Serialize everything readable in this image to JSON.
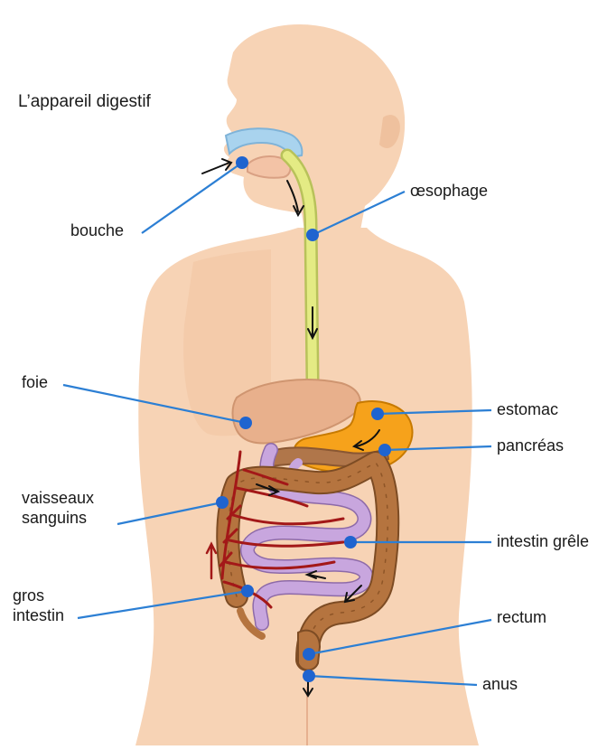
{
  "title": "L’appareil digestif",
  "labels": {
    "bouche": "bouche",
    "oesophage": "œsophage",
    "foie": "foie",
    "estomac": "estomac",
    "pancreas": "pancréas",
    "vaisseaux_1": "vaisseaux",
    "vaisseaux_2": "sanguins",
    "intestin_grele": "intestin grêle",
    "gros_intestin_1": "gros",
    "gros_intestin_2": "intestin",
    "rectum": "rectum",
    "anus": "anus"
  },
  "colors": {
    "skin": "#f7d3b5",
    "skin_shadow": "#efc19e",
    "oesophagus": "#dfe87a",
    "mouth": "#a9d3ee",
    "stomach": "#f6a21b",
    "liver": "#e8b08c",
    "pancreas": "#b0764a",
    "colon": "#b5743f",
    "small_intestine": "#c8a6de",
    "vessels": "#a31818",
    "leader_line": "#2c7fd4",
    "dot": "#1f64cf",
    "arrow": "#111111"
  }
}
